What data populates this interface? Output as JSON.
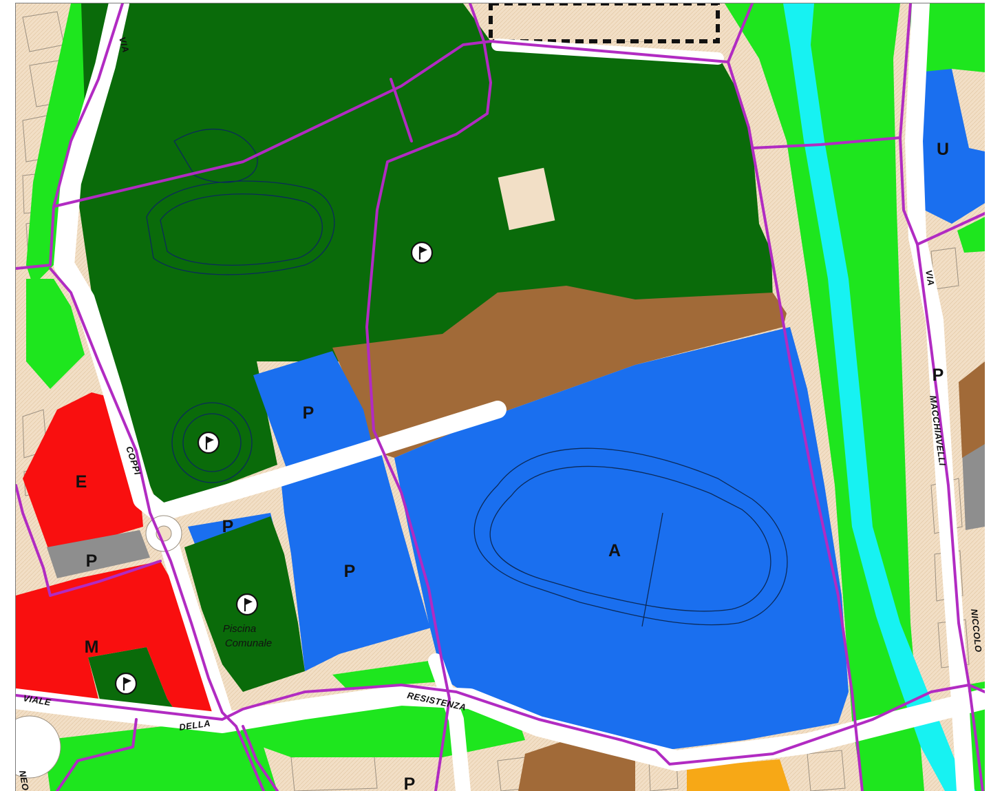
{
  "colors": {
    "background": "#f2dfc6",
    "green_dark": "#0a6b0a",
    "green_light": "#1ee61e",
    "blue": "#1a6fef",
    "brown": "#a16a38",
    "red": "#f90f0f",
    "gray": "#8e8e8e",
    "orange": "#f7a816",
    "cyan": "#17f2f2",
    "road": "#ffffff",
    "boundary": "#b12bc2"
  },
  "zones": {
    "a": "A",
    "e": "E",
    "m": "M",
    "u": "U",
    "p": "P"
  },
  "streets": {
    "via_top": "VIA",
    "coppi": "COPPI",
    "viale": "VIALE",
    "della": "DELLA",
    "resistenza": "RESISTENZA",
    "via_right": "VIA",
    "macchiavelli": "MACCHIAVELLI",
    "niccolo": "NICCOLO",
    "neo": "NEO"
  },
  "places": {
    "piscina_line1": "Piscina",
    "piscina_line2": "Comunale"
  },
  "icons": {
    "sports": "sports-flag-icon"
  }
}
